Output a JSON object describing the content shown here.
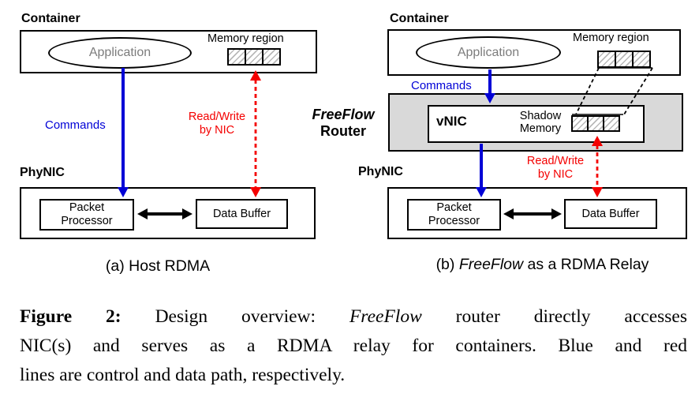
{
  "colors": {
    "blue": "#0000d6",
    "red": "#f40000",
    "router_fill": "#d9d9d9",
    "app_text": "#7c7c7c"
  },
  "panel_a": {
    "container_label": "Container",
    "application_label": "Application",
    "memory_region_label": "Memory region",
    "commands_label": "Commands",
    "rw_line1": "Read/Write",
    "rw_line2": "by NIC",
    "phynic_label": "PhyNIC",
    "packet_processor_line1": "Packet",
    "packet_processor_line2": "Processor",
    "data_buffer_label": "Data Buffer",
    "caption": "(a) Host RDMA"
  },
  "panel_b": {
    "container_label": "Container",
    "application_label": "Application",
    "memory_region_label": "Memory region",
    "commands_label": "Commands",
    "router_line1": "FreeFlow",
    "router_line2": "Router",
    "vnic_label": "vNIC",
    "shadow_line1": "Shadow",
    "shadow_line2": "Memory",
    "rw_line1": "Read/Write",
    "rw_line2": "by NIC",
    "phynic_label": "PhyNIC",
    "packet_processor_line1": "Packet",
    "packet_processor_line2": "Processor",
    "data_buffer_label": "Data Buffer",
    "caption_prefix": "(b)",
    "caption_italic": "FreeFlow",
    "caption_suffix": "as a RDMA Relay"
  },
  "figure_caption": {
    "label": "Figure 2:",
    "line1_part1": "Design overview:",
    "line1_italic": "FreeFlow",
    "line1_part2": "router directly accesses",
    "line2": "NIC(s) and serves as a RDMA relay for containers.  Blue and red",
    "line3": "lines are control and data path, respectively."
  }
}
